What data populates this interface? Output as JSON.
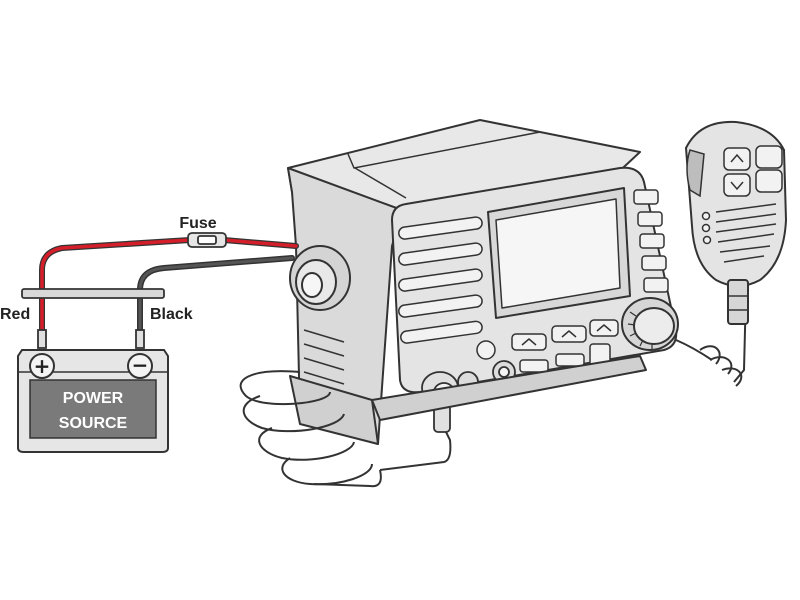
{
  "labels": {
    "fuse": "Fuse",
    "red": "Red",
    "black": "Black"
  },
  "battery": {
    "line1": "POWER",
    "line2": "SOURCE",
    "plus": "+",
    "minus": "−"
  },
  "colors": {
    "red_wire": "#d41f2a",
    "black_wire": "#2b2b2b",
    "outline": "#333333",
    "radio_body": "#e4e4e4",
    "radio_shadow": "#c9c9c9",
    "screen": "#f4f4f4",
    "battery_label": "#7a7a7a"
  }
}
